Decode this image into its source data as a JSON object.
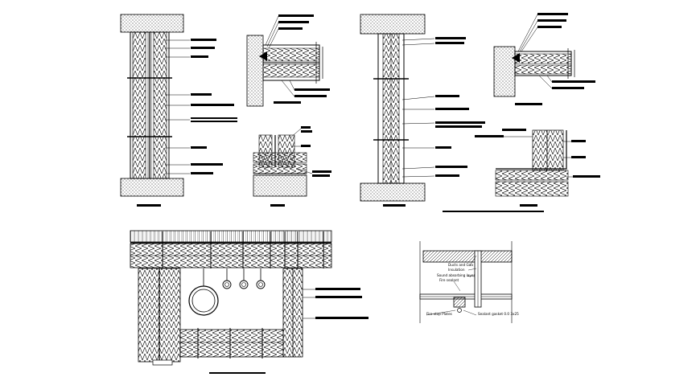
{
  "drawing": {
    "type": "architectural-detail-sheet",
    "background_color": "#ffffff",
    "line_color": "#000000",
    "hatch_style": "insulation-zigzag",
    "detail_6": {
      "labels": [
        "Ducts and Gaa",
        "Insulation",
        "Sound absorbing layer",
        "Fire sealant",
        "Fire stop Plates",
        "Sealant gasket 0.0 3x25"
      ]
    }
  }
}
